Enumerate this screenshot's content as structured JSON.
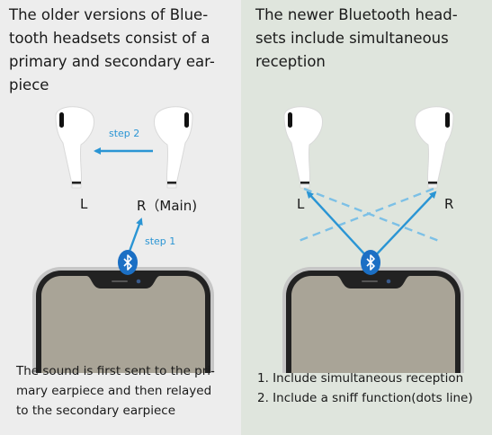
{
  "left_panel": {
    "title": "The older versions of Blue-\ntooth headsets consist of a\nprimary and secondary ear-\npiece",
    "label_left": "L",
    "label_right": "R（Main)",
    "step1": "step 1",
    "step2": "step 2",
    "caption": "The sound is first sent to the pri-\nmary earpiece and then relayed\nto the secondary earpiece"
  },
  "right_panel": {
    "title": "The newer Bluetooth head-\nsets include simultaneous\nreception",
    "label_left": "L",
    "label_right": "R",
    "caption": "1. Include simultaneous reception\n2. Include a sniff function(dots line)"
  },
  "icons": [
    "earbud-icon",
    "bluetooth-icon",
    "smartphone-icon"
  ],
  "colors": {
    "left_bg": "#ededed",
    "right_bg": "#dfe5dd",
    "accent_blue": "#2a95d4",
    "bluetooth_blue": "#1b6fc4",
    "phone_screen": "#a9a497"
  }
}
